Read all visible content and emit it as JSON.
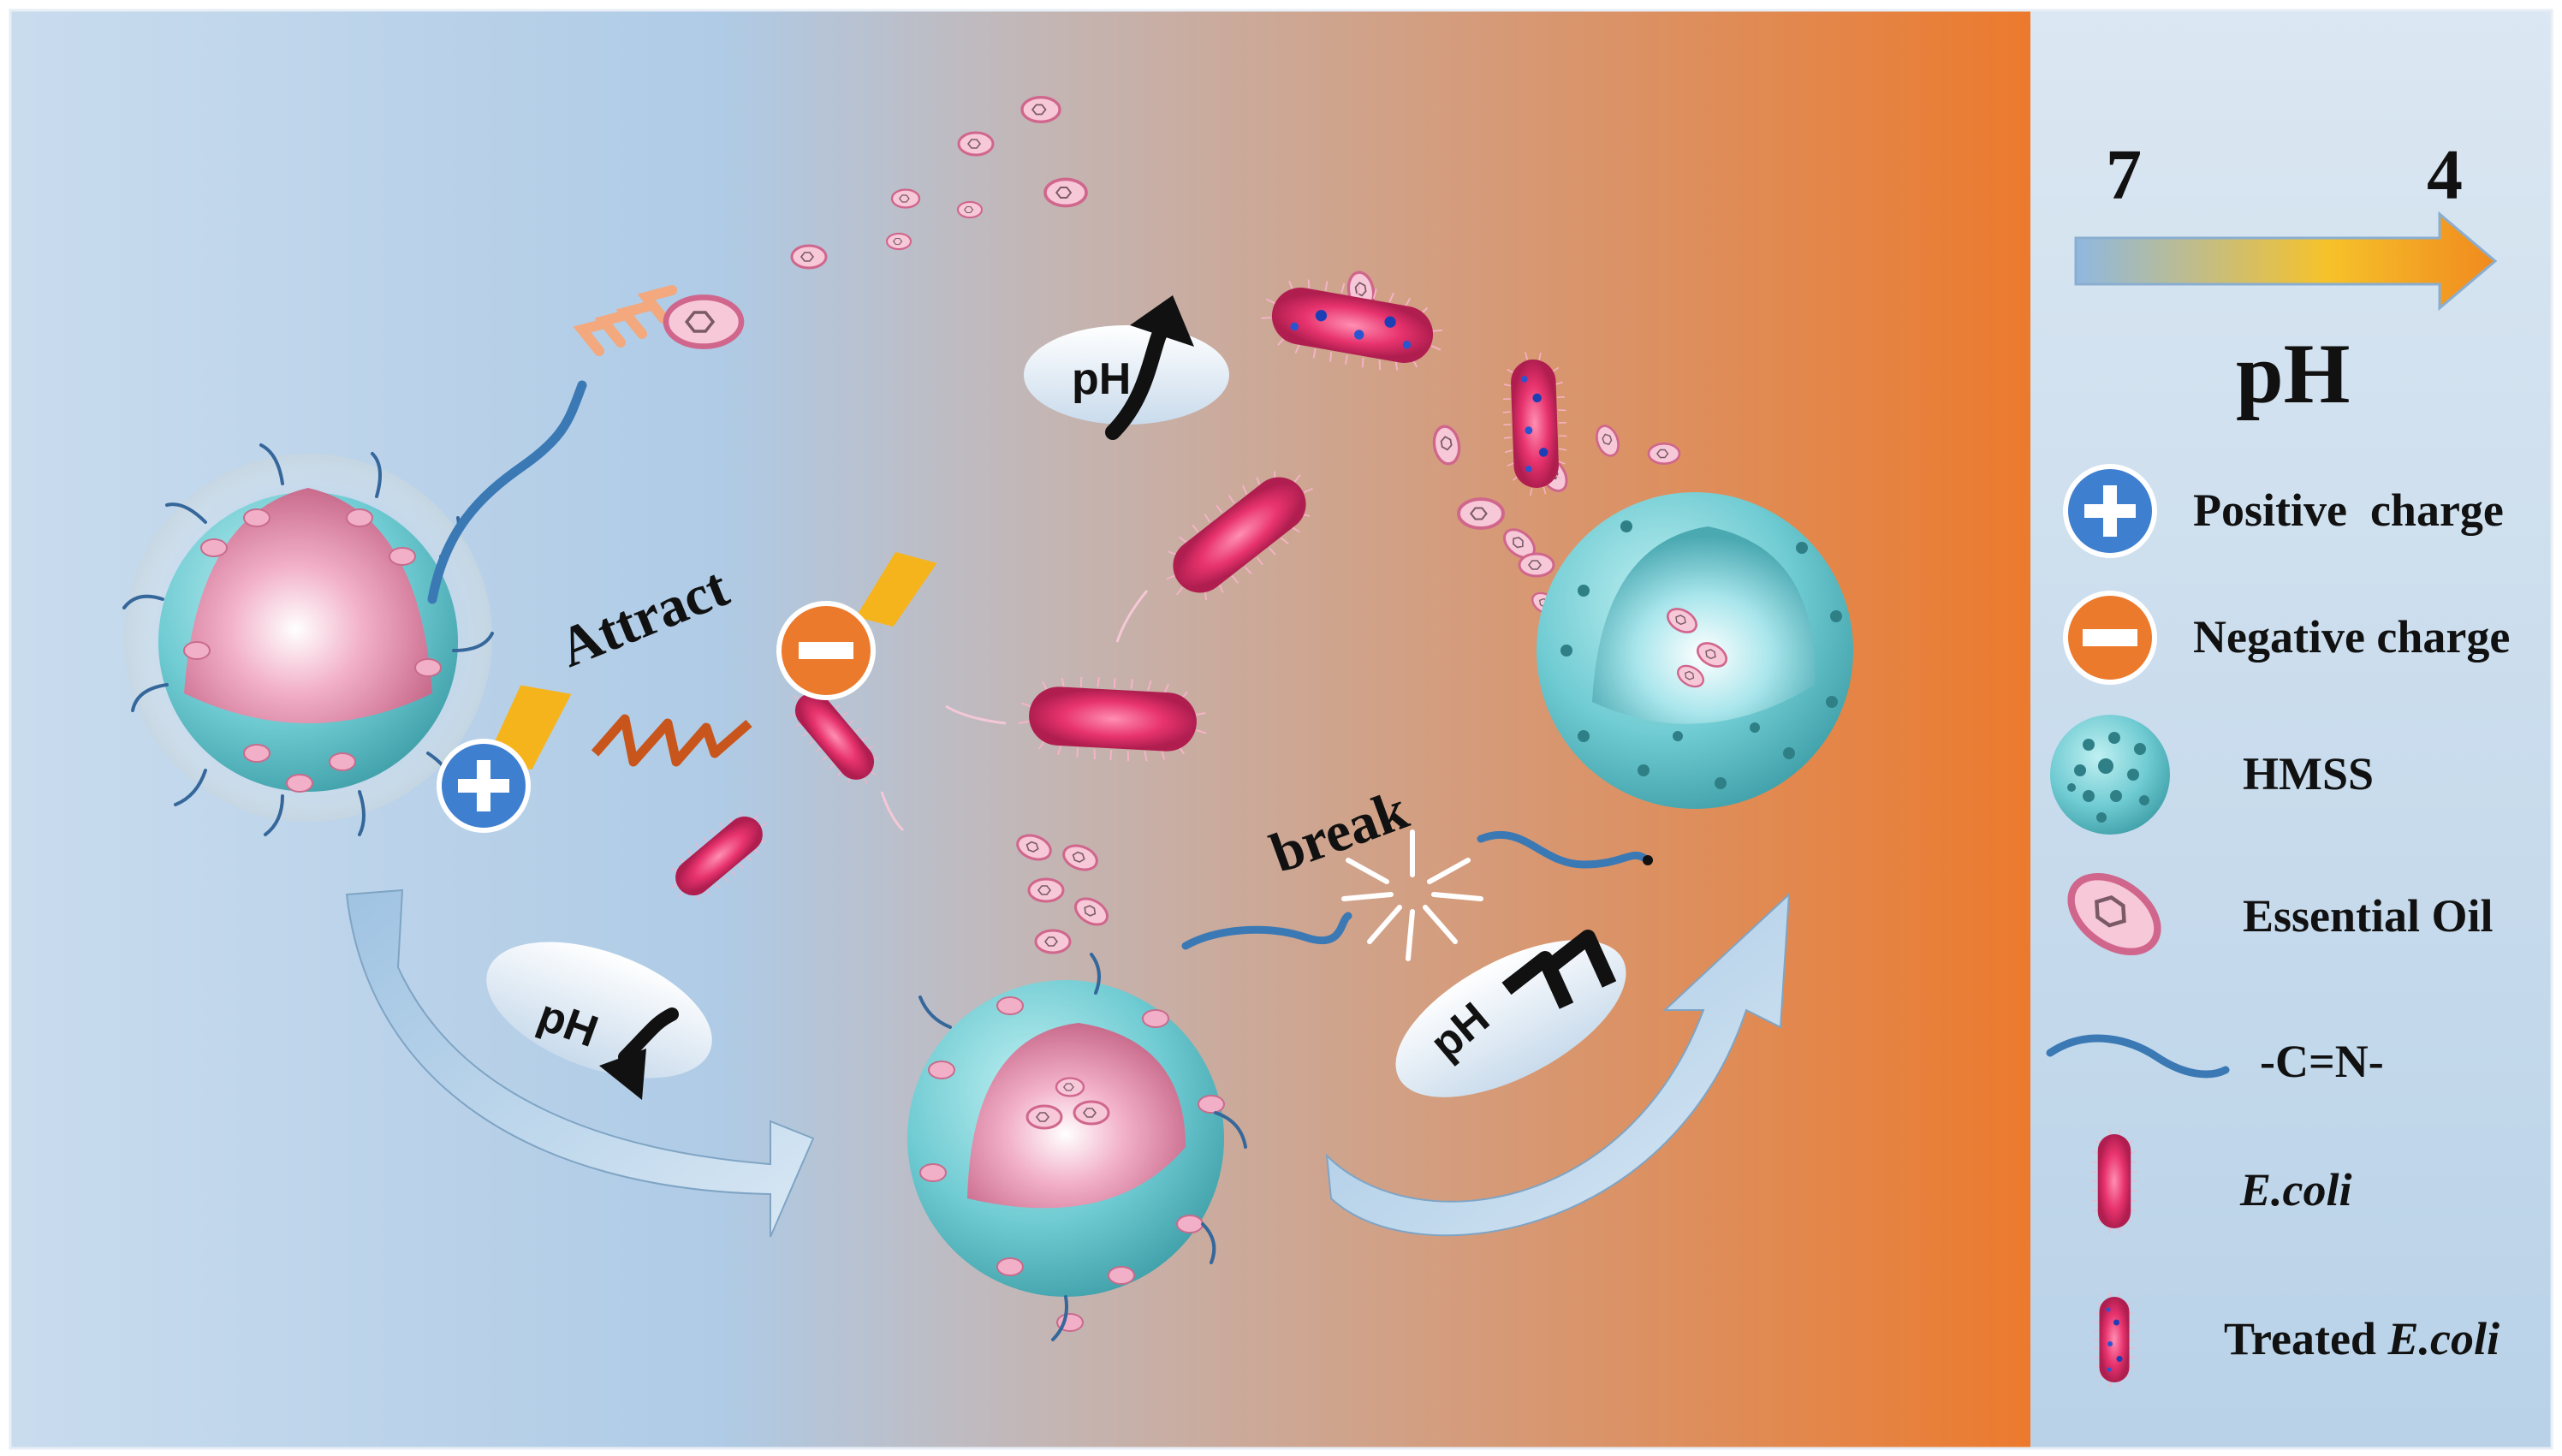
{
  "ph_scale": {
    "start": "7",
    "end": "4",
    "label": "pH"
  },
  "annotations": {
    "attract": "Attract",
    "break": "break",
    "ph_up": "pH",
    "ph_down": "pH",
    "ph_imine": "pH"
  },
  "legend": {
    "positive_charge": "Positive  charge",
    "negative_charge": "Negative charge",
    "hmss": "HMSS",
    "essential_oil": "Essential Oil",
    "imine_bond": "-C=N-",
    "ecoli": "E.coli",
    "treated_prefix": "Treated ",
    "treated_ecoli": "E.coli"
  },
  "colors": {
    "acidic": "#ec7a2d",
    "neutral": "#c9dcee",
    "silica": "#6fcbd2",
    "cargo": "#f2b0c8",
    "bacteria": "#e8336e",
    "bond": "#3b79b5",
    "legend_bg": "#c4d9ea"
  }
}
